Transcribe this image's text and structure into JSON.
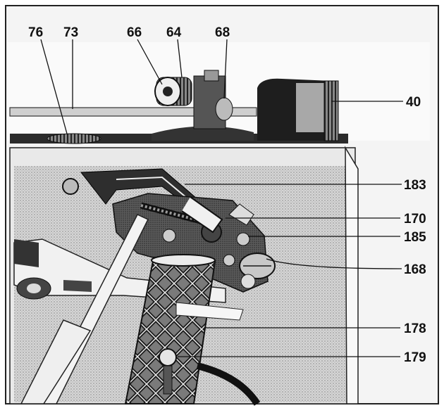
{
  "figure": {
    "top_labels": [
      {
        "id": "76",
        "text": "76"
      },
      {
        "id": "73",
        "text": "73"
      },
      {
        "id": "66",
        "text": "66"
      },
      {
        "id": "64",
        "text": "64"
      },
      {
        "id": "68",
        "text": "68"
      }
    ],
    "right_labels": [
      {
        "id": "40",
        "text": "40"
      },
      {
        "id": "183",
        "text": "183"
      },
      {
        "id": "170",
        "text": "170"
      },
      {
        "id": "185",
        "text": "185"
      },
      {
        "id": "168",
        "text": "168"
      },
      {
        "id": "178",
        "text": "178"
      },
      {
        "id": "179",
        "text": "179"
      }
    ]
  }
}
